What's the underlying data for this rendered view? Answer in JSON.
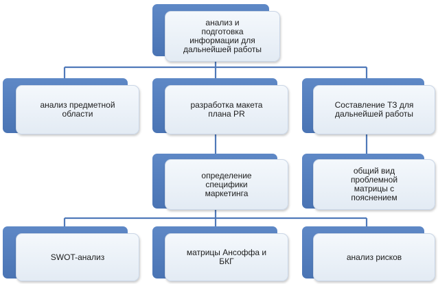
{
  "diagram": {
    "connector_color": "#4f79b9",
    "box_fill": "#e8eef6",
    "back_fill": "#5480c0",
    "nodes": {
      "root": "анализ и\nподготовка\nинформации для\nдальнейшей работы",
      "subject_analysis": "анализ предметной\nобласти",
      "layout_development": "разработка макета\nплана PR",
      "tz_compilation": "Составление ТЗ для\nдальнейшей работы",
      "marketing_specifics": "определение\nспецифики\nмаркетинга",
      "problem_matrix": "общий вид\nпроблемной\nматрицы с\nпояснением",
      "swot": "SWOT-анализ",
      "ansoff_bcg": "матрицы Ансоффа и\nБКГ",
      "risk_analysis": "анализ рисков"
    }
  }
}
